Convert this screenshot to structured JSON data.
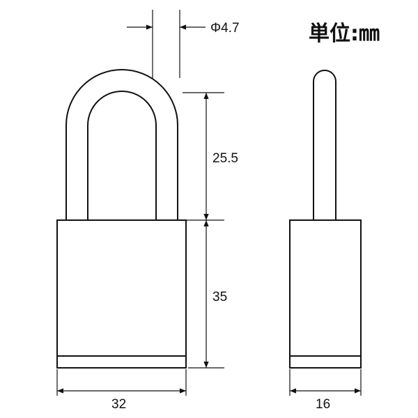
{
  "unit_label": "単位:㎜",
  "dimensions": {
    "shackle_diameter": "Φ4.7",
    "shackle_clearance": "25.5",
    "body_height": "35",
    "body_width": "32",
    "body_thickness": "16"
  },
  "colors": {
    "stroke": "#111111",
    "background": "#ffffff"
  }
}
